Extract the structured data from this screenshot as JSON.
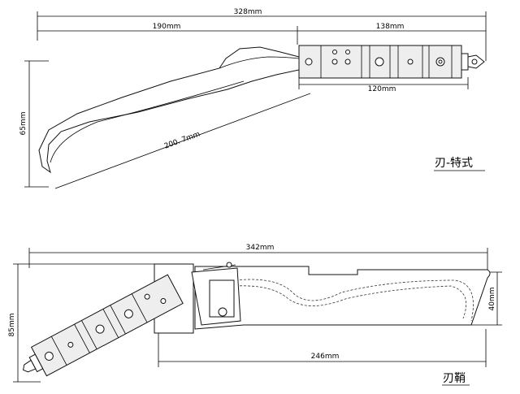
{
  "knife": {
    "title": "刃-特式",
    "dims": {
      "total": "328mm",
      "blade": "190mm",
      "handle": "138mm",
      "height": "65mm",
      "grip": "120mm",
      "diagonal": "200. 7mm"
    }
  },
  "sheath": {
    "title": "刃鞘",
    "dims": {
      "total": "342mm",
      "height": "85mm",
      "tip": "40mm",
      "body": "246mm"
    }
  }
}
